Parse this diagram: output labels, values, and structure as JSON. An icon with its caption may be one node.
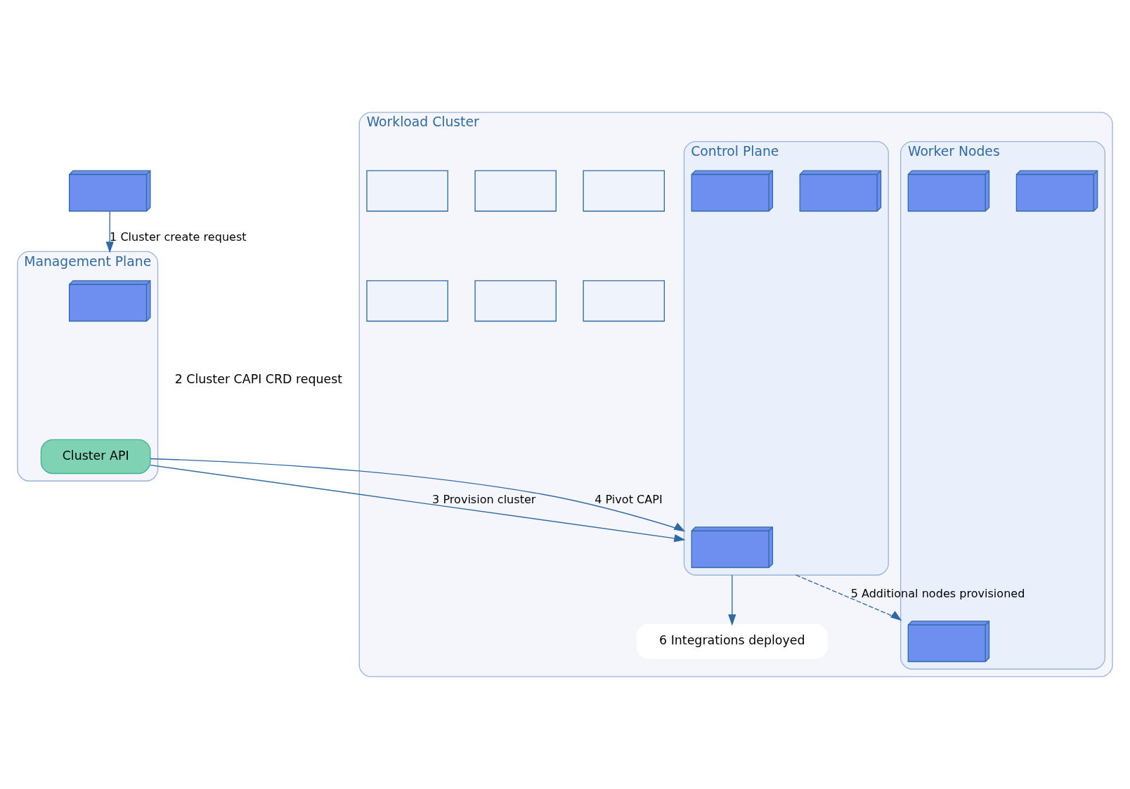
{
  "diagram": {
    "nodes": [
      {
        "text": [],
        "shape": "picture"
      },
      {
        "text": [
          "Management Plane"
        ]
      },
      {
        "text": [],
        "shape": "picture",
        "in": 1
      },
      {
        "text": [
          "Cluster API"
        ],
        "in": 1
      },
      {
        "text": [
          "Workload Cluster"
        ]
      },
      {
        "text": [
          "Control Plane"
        ],
        "in": 4
      },
      {
        "text": [],
        "shape": "picture",
        "in": 5
      },
      {
        "text": [],
        "shape": "picture",
        "in": 5
      },
      {
        "text": [],
        "shape": "picture",
        "in": 5
      },
      {
        "text": [
          "Worker Nodes"
        ],
        "in": 4
      },
      {
        "text": [],
        "shape": "picture",
        "in": 9
      },
      {
        "text": [],
        "shape": "picture",
        "in": 9
      },
      {
        "text": [],
        "shape": "picture",
        "in": 9
      },
      {
        "text": [
          "6 Integrations deployed"
        ],
        "in": 4
      },
      {
        "text": [],
        "shape": "box",
        "in": 4
      },
      {
        "text": [],
        "shape": "box",
        "in": 4
      },
      {
        "text": [],
        "shape": "box",
        "in": 4
      },
      {
        "text": [],
        "shape": "box",
        "in": 4
      },
      {
        "text": [],
        "shape": "box",
        "in": 4
      },
      {
        "text": [],
        "shape": "box",
        "in": 4
      }
    ],
    "edges": [
      {
        "from": 0,
        "to": 1,
        "arrow": "to",
        "label": "1 Cluster create request"
      },
      {
        "from": 3,
        "to": 5,
        "arrow": "to",
        "label": "3 Provision cluster"
      },
      {
        "from": 3,
        "to": 5,
        "arrow": "to",
        "label": "4 Pivot CAPI"
      },
      {
        "from": 5,
        "to": 9,
        "arrow": "to",
        "style": "dashed",
        "label": "5 Additional nodes provisioned"
      },
      {
        "from": 5,
        "to": 13,
        "arrow": "to"
      }
    ],
    "labels": [
      "2 Cluster CAPI CRD request"
    ]
  }
}
